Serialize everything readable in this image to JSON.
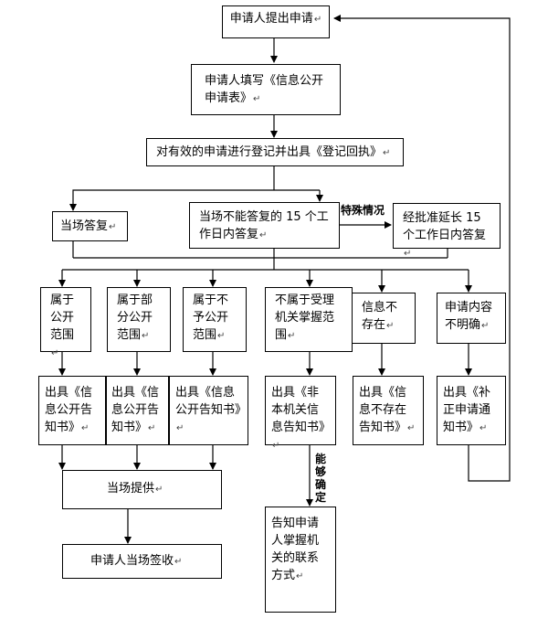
{
  "nodes": {
    "apply": "申请人提出申请",
    "fill_form": "申请人填写《信息公开申请表》",
    "register": "对有效的申请进行登记并出具《登记回执》",
    "reply_spot": "当场答复",
    "cannot_reply": "当场不能答复的 15 个工作日内答复",
    "extend": "经批准延长 15 个工作日内答复",
    "public_scope": "属于公开范围",
    "partial_public": "属于部分公开范围",
    "not_public": "属于不予公开范围",
    "not_agency": "不属于受理机关掌握范围",
    "no_info": "信息不存在",
    "unclear": "申请内容不明确",
    "notice_public": "出具《信息公开告知书》",
    "notice_partial": "出具《信息公开告知书》",
    "notice_not_public": "出具《信息公开告知书》",
    "notice_not_agency": "出具《非本机关信息告知书》",
    "notice_no_info": "出具《信息不存在告知书》",
    "notice_supplement": "出具《补正申请通知书》",
    "provide_spot": "当场提供",
    "sign_receipt": "申请人当场签收",
    "contact": "告知申请人掌握机关的联系方式"
  },
  "edge_labels": {
    "special": "特殊情况",
    "can_determine": "能够确定"
  },
  "paragraph_mark": "↵"
}
